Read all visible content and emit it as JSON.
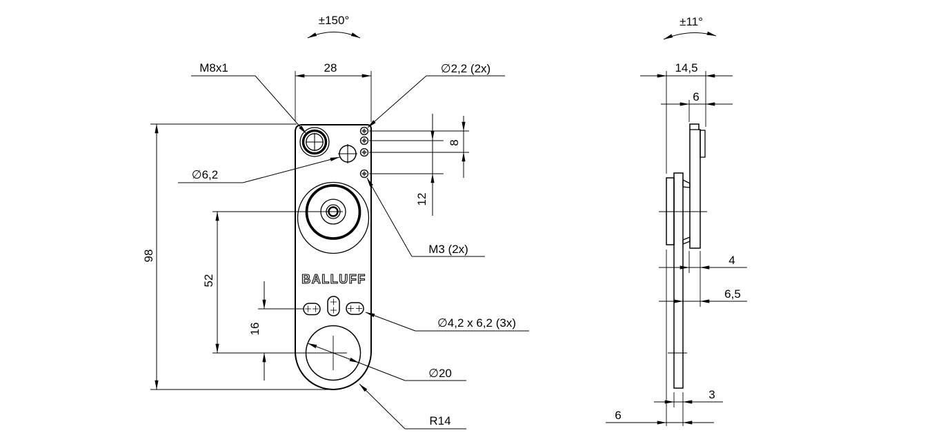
{
  "drawing": {
    "front_view": {
      "rotation_label": "±150°",
      "labels": {
        "connector_thread": "M8x1",
        "width": "28",
        "hole_2_2": "∅2,2 (2x)",
        "hole_6_2": "∅6,2",
        "height": "98",
        "center_distance_52": "52",
        "center_distance_16": "16",
        "hole_pitch_8": "8",
        "hole_pitch_12": "12",
        "thread_m3": "M3 (2x)",
        "slot_size": "∅4,2 x 6,2 (3x)",
        "hole_20": "∅20",
        "corner_radius": "R14"
      },
      "logo": "BALLUFF"
    },
    "side_view": {
      "rotation_label": "±11°",
      "labels": {
        "total_depth": "14,5",
        "front_depth": "6",
        "body_thickness": "4",
        "face_offset": "6,5",
        "plate_thickness": "3",
        "stack_thickness": "6"
      }
    }
  }
}
